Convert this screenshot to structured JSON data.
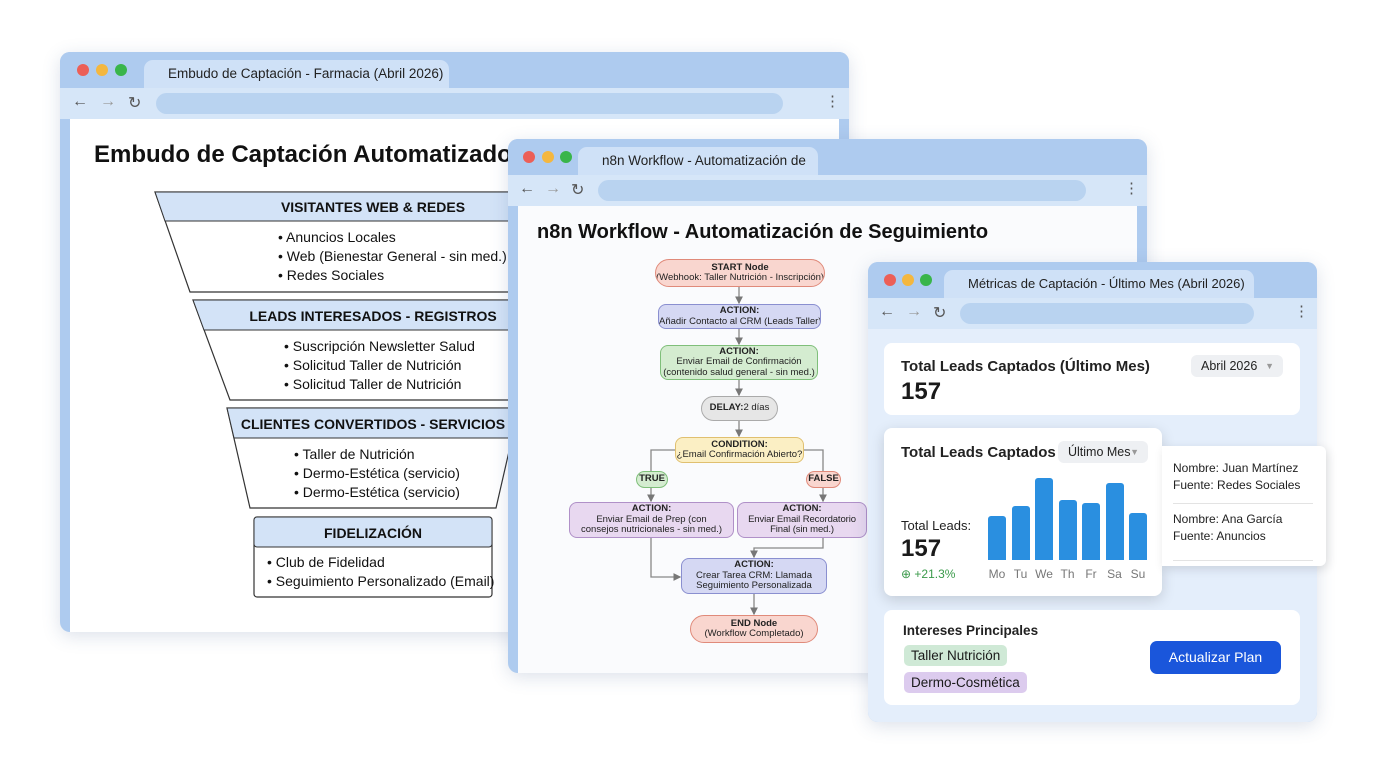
{
  "window1": {
    "tab_title": "Embudo de Captación - Farmacia (Abril 2026)",
    "heading": "Embudo de Captación Automatizado",
    "funnel": [
      {
        "title": "VISITANTES WEB & REDES",
        "items": [
          "Anuncios Locales",
          "Web (Bienestar General - sin med.)",
          "Redes Sociales"
        ]
      },
      {
        "title": "LEADS INTERESADOS - REGISTROS",
        "items": [
          "Suscripción Newsletter Salud",
          "Solicitud Taller de Nutrición",
          "Solicitud Taller de Nutrición"
        ]
      },
      {
        "title": "CLIENTES CONVERTIDOS - SERVICIOS",
        "items": [
          "Taller de Nutrición",
          "Dermo-Estética (servicio)",
          "Dermo-Estética (servicio)"
        ]
      },
      {
        "title": "FIDELIZACIÓN",
        "items": [
          "Club de Fidelidad",
          "Seguimiento Personalizado (Email)"
        ]
      }
    ]
  },
  "window2": {
    "tab_title": "n8n Workflow - Automatización de",
    "heading": "n8n Workflow - Automatización de Seguimiento",
    "nodes": {
      "start": {
        "t": "START Node",
        "d": "(Webhook: Taller Nutrición - Inscripción)"
      },
      "a1": {
        "t": "ACTION:",
        "d": "Añadir Contacto al CRM (Leads Taller)"
      },
      "a2": {
        "t": "ACTION:",
        "d": "Enviar Email de Confirmación",
        "d2": "(contenido salud general - sin med.)"
      },
      "delay": {
        "t": "DELAY:",
        "d": " 2 días"
      },
      "cond": {
        "t": "CONDITION:",
        "d": "¿Email Confirmación Abierto?"
      },
      "true": "TRUE",
      "false": "FALSE",
      "left": {
        "t": "ACTION:",
        "d": "Enviar Email de Prep (con",
        "d2": "consejos nutricionales - sin med.)"
      },
      "right": {
        "t": "ACTION:",
        "d": "Enviar Email Recordatorio",
        "d2": "Final (sin med.)"
      },
      "task": {
        "t": "ACTION:",
        "d": "Crear Tarea CRM: Llamada",
        "d2": "Seguimiento Personalizada"
      },
      "end": {
        "t": "END Node",
        "d": "(Workflow Completado)"
      }
    }
  },
  "window3": {
    "tab_title": "Métricas de Captación - Último Mes (Abril 2026)",
    "summary": {
      "title": "Total Leads Captados (Último Mes)",
      "value": "157",
      "period": "Abril 2026"
    },
    "chart_card": {
      "title": "Total Leads Captados",
      "period": "Último Mes",
      "total_label": "Total Leads:",
      "total": "157",
      "change": "+21.3%"
    },
    "chart_data": {
      "type": "bar",
      "categories": [
        "Mo",
        "Tu",
        "We",
        "Th",
        "Fr",
        "Sa",
        "Su"
      ],
      "values": [
        44,
        54,
        82,
        60,
        57,
        77,
        47
      ],
      "color": "#2a8fe0"
    },
    "leads_popup": [
      {
        "name": "Nombre: Juan Martínez",
        "source": "Fuente: Redes Sociales"
      },
      {
        "name": "Nombre: Ana García",
        "source": "Fuente: Anuncios"
      }
    ],
    "interests": {
      "title": "Intereses Principales",
      "tags": [
        "Taller Nutrición",
        "Dermo-Cosmética"
      ]
    },
    "button": "Actualizar Plan"
  },
  "colors": {
    "accent": "#1a56db",
    "chrome": "#aecbef",
    "positive": "#3a9a4a"
  }
}
